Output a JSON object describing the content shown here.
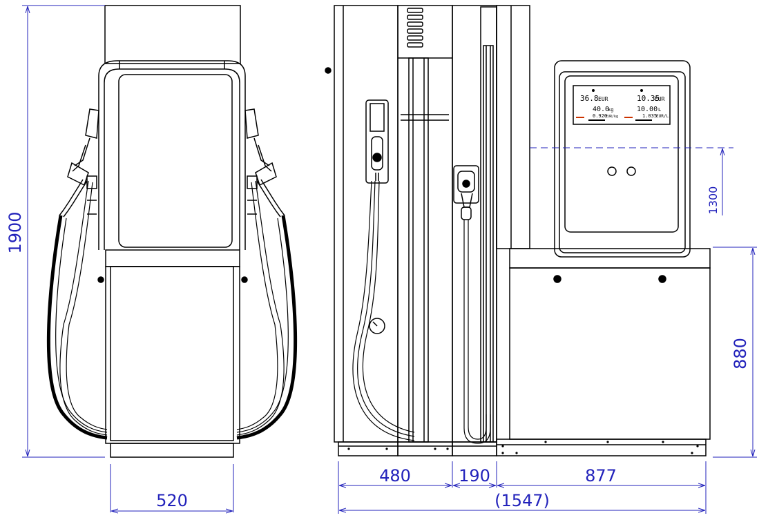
{
  "colors": {
    "line": "#000000",
    "dimension": "#2222bb",
    "background": "#ffffff",
    "lcd_bar": "#cc3300"
  },
  "dimensions": {
    "front_height": "1900",
    "front_width": "520",
    "display_height": "1300",
    "base_height": "880",
    "width_a": "480",
    "width_b": "190",
    "width_c": "877",
    "total_width": "(1547)"
  },
  "display": {
    "amount_left": "36.8",
    "amount_left_unit": "EUR",
    "amount_right": "10.35",
    "amount_right_unit": "EUR",
    "volume_left": "40.0",
    "volume_left_unit": "kg",
    "volume_right": "10.00",
    "volume_right_unit": "L",
    "price_left": "0.920",
    "price_left_unit": "EUR/kg",
    "price_right": "1.035",
    "price_right_unit": "EUR/L"
  }
}
